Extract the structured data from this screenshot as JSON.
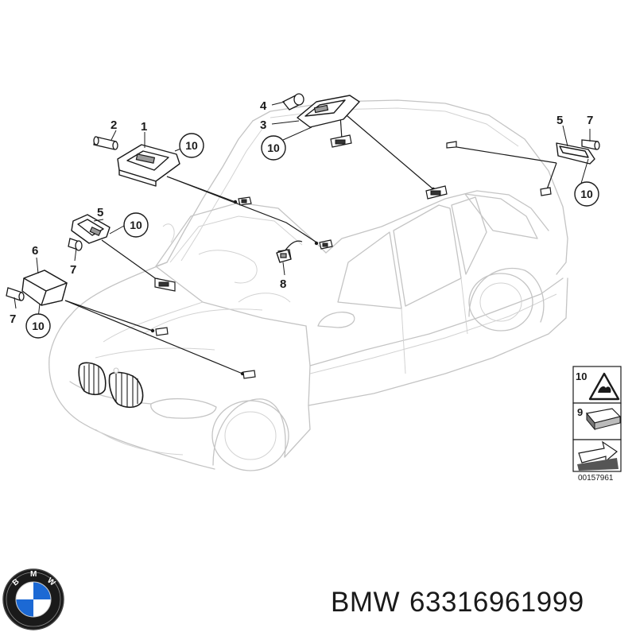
{
  "callouts": {
    "n1": "1",
    "n2": "2",
    "n3": "3",
    "n4": "4",
    "n5a": "5",
    "n5b": "5",
    "n6": "6",
    "n7a": "7",
    "n7b": "7",
    "n7c": "7",
    "n8": "8",
    "c10a": "10",
    "c10b": "10",
    "c10c": "10",
    "c10d": "10",
    "c10e": "10"
  },
  "legend": {
    "item10": "10",
    "item9": "9",
    "code": "00157961"
  },
  "brand": {
    "name": "BMW",
    "part_number": "63316961999",
    "logo_letters": [
      "B",
      "M",
      "W"
    ],
    "logo_colors": {
      "blue": "#1c69d4",
      "ring": "#1a1a1a",
      "white": "#ffffff"
    }
  },
  "icons": [
    "bmw-logo-icon",
    "warning-triangle-icon",
    "connector-icon",
    "arrow-icon"
  ]
}
